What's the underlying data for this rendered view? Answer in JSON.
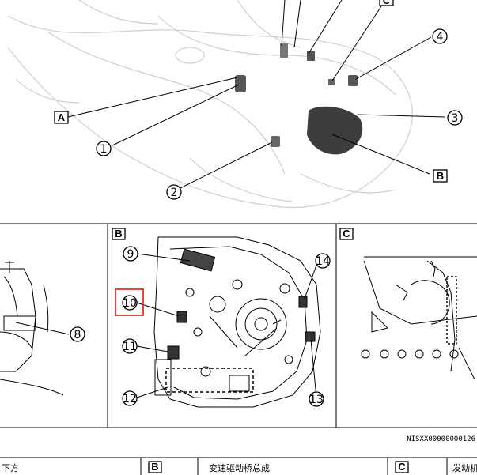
{
  "callouts": {
    "c1": "1",
    "c2": "2",
    "c3": "3",
    "c4": "4",
    "c8": "8",
    "c9": "9",
    "c10": "10",
    "c11": "11",
    "c12": "12",
    "c13": "13",
    "c14": "14"
  },
  "letters": {
    "a": "A",
    "b": "B",
    "c": "C"
  },
  "reference_code": "NISXX00000000126",
  "legend": {
    "cell_left_text": "下方",
    "b_letter": "B",
    "b_text": "变速驱动桥总成",
    "c_letter": "C",
    "c_text": "发动机"
  },
  "colors": {
    "highlight": "#d9382f",
    "line": "#000000",
    "ghost": "#cfcfcf"
  }
}
